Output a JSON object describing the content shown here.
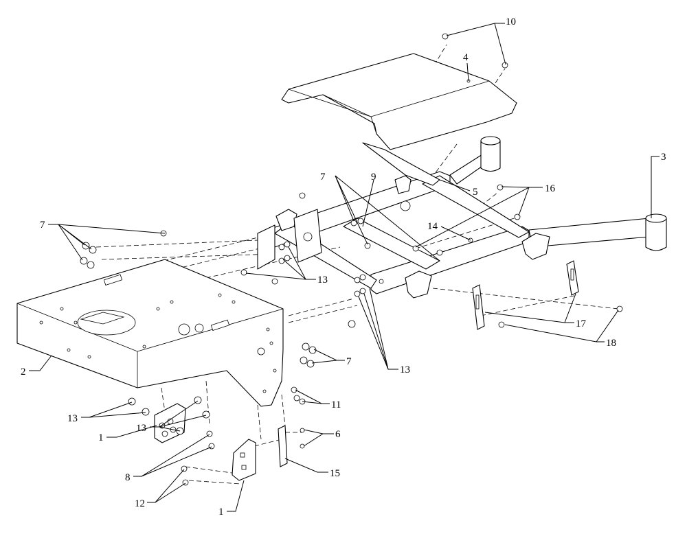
{
  "callouts": {
    "c1a": "1",
    "c1b": "1",
    "c2": "2",
    "c3": "3",
    "c4": "4",
    "c5": "5",
    "c6": "6",
    "c7a": "7",
    "c7b": "7",
    "c7c": "7",
    "c8": "8",
    "c9": "9",
    "c10": "10",
    "c11": "11",
    "c12": "12",
    "c13a": "13",
    "c13b": "13",
    "c13c": "13",
    "c13d": "13",
    "c14": "14",
    "c15": "15",
    "c16": "16",
    "c17": "17",
    "c18": "18"
  }
}
